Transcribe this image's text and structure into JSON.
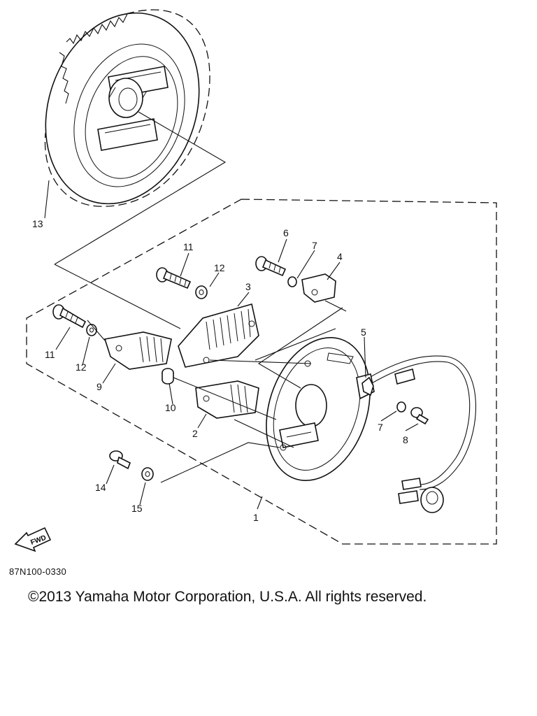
{
  "diagram": {
    "callouts": {
      "c1": "1",
      "c2": "2",
      "c3": "3",
      "c4": "4",
      "c5": "5",
      "c6": "6",
      "c7a": "7",
      "c7b": "7",
      "c8": "8",
      "c9": "9",
      "c10": "10",
      "c11a": "11",
      "c11b": "11",
      "c12a": "12",
      "c12b": "12",
      "c13": "13",
      "c14": "14",
      "c15": "15"
    },
    "fwd_label": "FWD",
    "code": "87N100-0330"
  },
  "footer": {
    "copyright": "©2013 Yamaha Motor Corporation, U.S.A. All rights reserved."
  }
}
